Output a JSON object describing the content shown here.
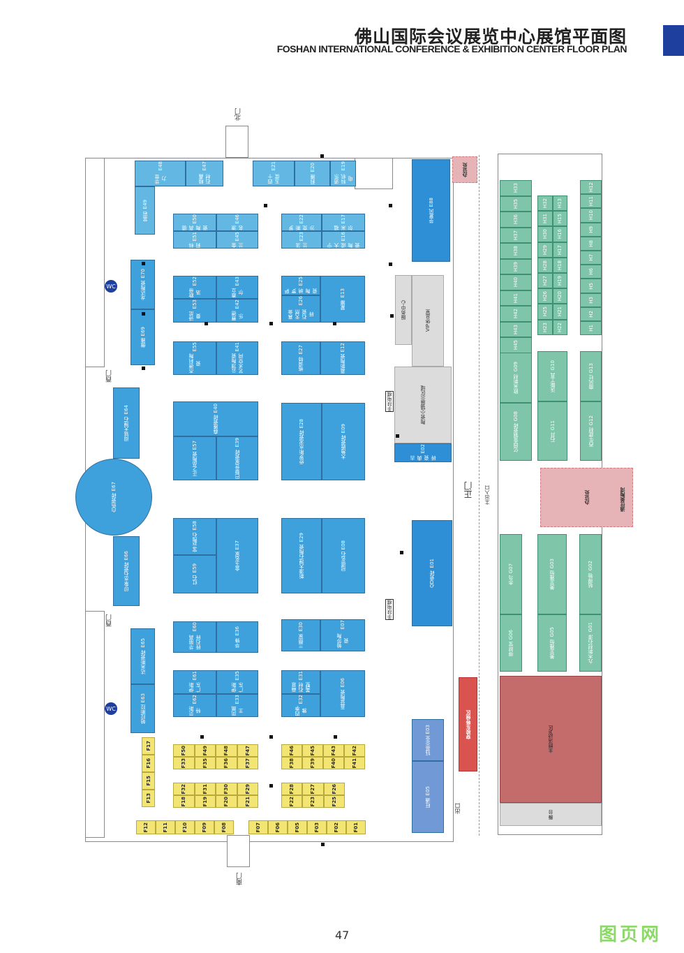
{
  "header": {
    "title": "佛山国际会议展览中心展馆平面图",
    "subtitle": "FOSHAN INTERNATIONAL CONFERENCE & EXHIBITION CENTER FLOOR PLAN",
    "accent": "#1f3f9e"
  },
  "labels": {
    "north_gate": "北门",
    "south_gate": "南门",
    "west_gate1": "西门",
    "west_gate2": "西门",
    "main_gate": "正门",
    "service_center": "服务中心",
    "vip": "VIP休息室",
    "ceramic_town": "陶瓷小镇展示区域",
    "escalator1": "手扶电梯",
    "escalator2": "手扶电梯",
    "permit_office1": "办证处",
    "permit_office2": "办证处",
    "shuttle": "穿梭车等候区",
    "theme_area": "主题活动A区",
    "stage": "舞台",
    "to_meitaowan": "通往美陶湾",
    "main_entrance": "主出入口",
    "exit": "出口",
    "restroom": "WC"
  },
  "booths": {
    "E48": {
      "id": "E48",
      "name": "华世力"
    },
    "E47": {
      "id": "E47",
      "name": "精鑫石材"
    },
    "E49": {
      "id": "E49",
      "name": "富岩"
    },
    "E21": {
      "id": "E21",
      "name": "四十五度"
    },
    "E20": {
      "id": "E20",
      "name": "莉雅"
    },
    "E19": {
      "id": "E19",
      "name": "道乐科机电"
    },
    "E50": {
      "id": "E50",
      "name": "德高陶瓷"
    },
    "E51": {
      "id": "E51",
      "name": "科莉"
    },
    "E46": {
      "id": "E46",
      "name": "浪名"
    },
    "E45": {
      "id": "E45",
      "name": "金兰"
    },
    "E22": {
      "id": "E22",
      "name": "罗斯克沙"
    },
    "E23": {
      "id": "E23",
      "name": "法兰"
    },
    "E17": {
      "id": "E17",
      "name": "福米尔"
    },
    "E16": {
      "id": "E16",
      "name": "宁大成陶瓷"
    },
    "E70": {
      "id": "E70",
      "name": "龙达陶瓷"
    },
    "E69": {
      "id": "E69",
      "name": "傲雅"
    },
    "E52": {
      "id": "E52",
      "name": "欧帝洛"
    },
    "E53": {
      "id": "E53",
      "name": "诗尼曼"
    },
    "E43": {
      "id": "E43",
      "name": "嘉立尔"
    },
    "E42": {
      "id": "E42",
      "name": "赛德乐"
    },
    "E25": {
      "id": "E25",
      "name": "萨罗纳陶瓷"
    },
    "E26": {
      "id": "E26",
      "name": "真金天然石瓷砖"
    },
    "E13": {
      "id": "E13",
      "name": "蒙娜"
    },
    "E55": {
      "id": "E55",
      "name": "杰德利陶瓷"
    },
    "E41": {
      "id": "E41",
      "name": "云顶陶瓷艺术空间"
    },
    "E27": {
      "id": "E27",
      "name": "格调特"
    },
    "E12": {
      "id": "E12",
      "name": "嘉新陶瓷"
    },
    "E40": {
      "id": "E40",
      "name": "森雅瓷砖"
    },
    "E57": {
      "id": "E57",
      "name": "正之品陶瓷"
    },
    "E39": {
      "id": "E39",
      "name": "巴黎世家瓷砖"
    },
    "E28": {
      "id": "E28",
      "name": "侨罗斯水泥瓷砖"
    },
    "E09": {
      "id": "E09",
      "name": "大角鹿瓷砖"
    },
    "E64": {
      "id": "E64",
      "name": "阅铭大理石"
    },
    "E67": {
      "id": "E67",
      "name": "白色瓷砖"
    },
    "E66": {
      "id": "E66",
      "name": "印象水石瓷砖"
    },
    "E58": {
      "id": "E58",
      "name": "宝云陶石"
    },
    "E59": {
      "id": "E59",
      "name": "红石"
    },
    "E37": {
      "id": "E37",
      "name": "金玉名家"
    },
    "E29": {
      "id": "E29",
      "name": "新濠大理石陶瓷"
    },
    "E08": {
      "id": "E08",
      "name": "冠德名石"
    },
    "E65": {
      "id": "E65",
      "name": "达米斯瓷砖"
    },
    "E63": {
      "id": "E63",
      "name": "帕拉斯拉"
    },
    "E60": {
      "id": "E60",
      "name": "华丽高砖石砖"
    },
    "E36": {
      "id": "E36",
      "name": "华锋"
    },
    "E30": {
      "id": "E30",
      "name": "三鼎家"
    },
    "E07": {
      "id": "E07",
      "name": "帕莎陶瓷"
    },
    "E61": {
      "id": "E61",
      "name": "伊斯广东"
    },
    "E62": {
      "id": "E62",
      "name": "贝斯特"
    },
    "E35": {
      "id": "E35",
      "name": "伊斯广东"
    },
    "E33": {
      "id": "E33",
      "name": "凤凰王"
    },
    "E31": {
      "id": "E31",
      "name": "画意石材美墅"
    },
    "E32": {
      "id": "E32",
      "name": "四季雅"
    },
    "E06": {
      "id": "E06",
      "name": "直营陶瓷"
    },
    "E88": {
      "id": "E88",
      "name": "华夏风"
    },
    "E02": {
      "id": "E02",
      "name": "古典瓷砖"
    },
    "E01": {
      "id": "E01",
      "name": "QD瓷砖"
    },
    "E03": {
      "id": "E03",
      "name": "钰英企业"
    },
    "E05": {
      "id": "E05",
      "name": "旺通"
    },
    "G09": {
      "id": "G09",
      "name": "欧米新材"
    },
    "G08": {
      "id": "G08",
      "name": "亿固金钢瓷砖"
    },
    "G10": {
      "id": "G10",
      "name": "沃能工具"
    },
    "G11": {
      "id": "G11",
      "name": "石井"
    },
    "G13": {
      "id": "G13",
      "name": "南风社"
    },
    "G12": {
      "id": "G12",
      "name": "西牛建材"
    },
    "G07": {
      "id": "G07",
      "name": "赤乌"
    },
    "G06": {
      "id": "G06",
      "name": "得财宝"
    },
    "G03": {
      "id": "G03",
      "name": "美至雅恒"
    },
    "G05": {
      "id": "G05",
      "name": "美至雅恒"
    },
    "G02": {
      "id": "G02",
      "name": "帖得物"
    },
    "G01": {
      "id": "G01",
      "name": "九木新材石漆"
    }
  },
  "h_booths_left": [
    "H33",
    "H35",
    "H36",
    "H37",
    "H38",
    "H39",
    "H40",
    "H41",
    "H42",
    "H43",
    "H45"
  ],
  "h_booths_mid_a": [
    "H32",
    "H31",
    "H30",
    "H29",
    "H28",
    "H27",
    "H26",
    "H25",
    "H23"
  ],
  "h_booths_mid_b": [
    "H13",
    "H15",
    "H16",
    "H17",
    "H18",
    "H19",
    "H20",
    "H21",
    "H22"
  ],
  "h_booths_right": [
    "H12",
    "H11",
    "H10",
    "H9",
    "H8",
    "H7",
    "H6",
    "H5",
    "H3",
    "H2",
    "H1"
  ],
  "f_booths": [
    "F50",
    "F49",
    "F48",
    "F47",
    "F33",
    "F35",
    "F36",
    "F37",
    "F32",
    "F31",
    "F30",
    "F29",
    "F18",
    "F19",
    "F20",
    "F21",
    "F46",
    "F45",
    "F43",
    "F42",
    "F38",
    "F39",
    "F40",
    "F41",
    "F28",
    "F27",
    "F26",
    "F22",
    "F23",
    "F25",
    "F17",
    "F16",
    "F15",
    "F13",
    "F12",
    "F11",
    "F10",
    "F09",
    "F08",
    "F07",
    "F06",
    "F05",
    "F03",
    "F02",
    "F01"
  ],
  "footer": {
    "page_number": "47",
    "watermark": "图页网"
  }
}
